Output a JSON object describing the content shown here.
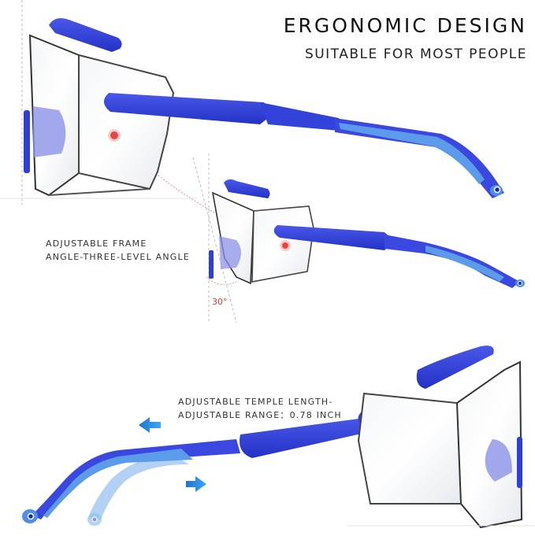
{
  "header": {
    "title": "ERGONOMIC DESIGN",
    "subtitle": "SUITABLE FOR MOST PEOPLE"
  },
  "annotations": {
    "frame_angle": {
      "line1": "ADJUSTABLE FRAME",
      "line2": "ANGLE-THREE-LEVEL ANGLE",
      "angle_value": "30°"
    },
    "temple_length": {
      "line1": "ADJUSTABLE TEMPLE LENGTH-",
      "line2": "ADJUSTABLE RANGE：0.78 INCH"
    }
  },
  "illustrations": [
    {
      "name": "glasses-side-view-large",
      "icon": "safety-glasses"
    },
    {
      "name": "glasses-side-view-tilted",
      "icon": "safety-glasses"
    },
    {
      "name": "glasses-extended-temple",
      "icon": "safety-glasses"
    }
  ],
  "arrows": [
    {
      "name": "extend-left-arrow",
      "direction": "left"
    },
    {
      "name": "retract-right-arrow",
      "direction": "right"
    }
  ],
  "colors": {
    "frame_blue": "#2f3fd6",
    "temple_light_blue": "#4f8fe6",
    "arrow_blue": "#1e88e5",
    "pivot_red": "#e53935",
    "lens_pad": "#8c92e8",
    "text": "#222222"
  }
}
